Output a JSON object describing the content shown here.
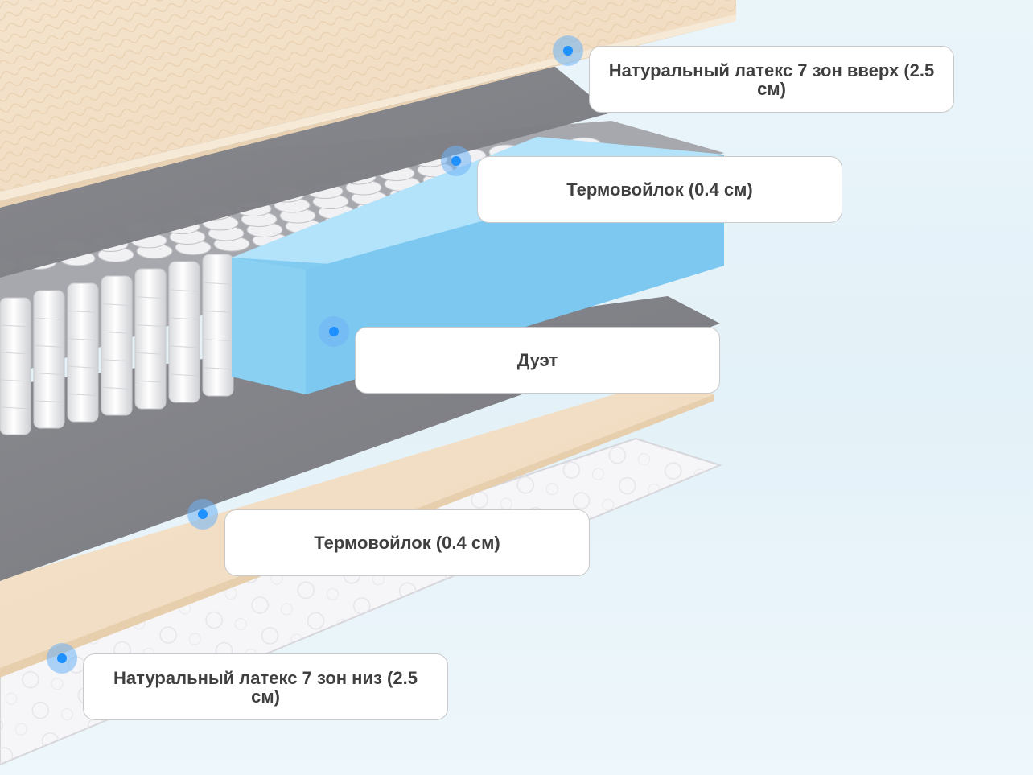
{
  "colors": {
    "latex": "#f2dfc6",
    "felt": "#7f8086",
    "foam_blue": "#8fd0f2",
    "cover": "#f6f6f8",
    "marker": "#1e90ff",
    "callout_text": "#3f3f3f"
  },
  "layers": [
    {
      "id": "latex-top",
      "label": "Натуральный латекс 7 зон вверх (2.5 см)"
    },
    {
      "id": "felt-top",
      "label": "Термовойлок (0.4 см)"
    },
    {
      "id": "spring-duet",
      "label": "Дуэт"
    },
    {
      "id": "felt-bottom",
      "label": "Термовойлок (0.4 см)"
    },
    {
      "id": "latex-bottom",
      "label": "Натуральный латекс 7 зон низ (2.5 см)"
    }
  ]
}
